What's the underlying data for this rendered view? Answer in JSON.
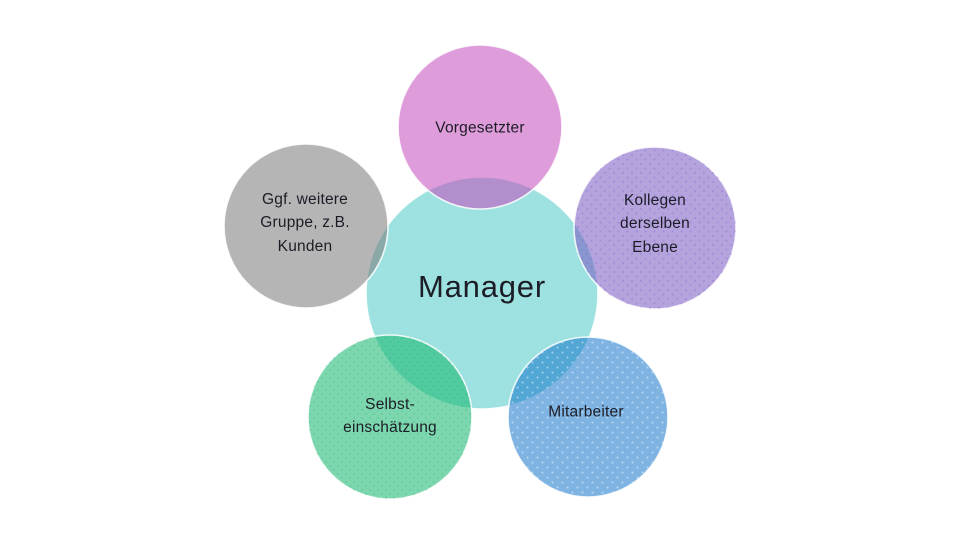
{
  "diagram": {
    "type": "venn-circle-map",
    "background_color": "#ffffff",
    "text_color": "#1c1c26",
    "center": {
      "id": "manager",
      "label": "Manager",
      "fill": "#9de2e0"
    },
    "nodes": [
      {
        "id": "vorgesetzter",
        "position": "top",
        "lines": [
          "Vorgesetzter"
        ],
        "fill": "#c34bbc",
        "display_color": "#de9cda"
      },
      {
        "id": "kollegen-derselben-ebene",
        "position": "upper-right",
        "lines": [
          "Kollegen",
          "derselben",
          "Ebene"
        ],
        "fill": "#7858c3",
        "display_color": "#b5a3de"
      },
      {
        "id": "ggf-weitere-gruppe-kunden",
        "position": "upper-left",
        "lines": [
          "Ggf. weitere",
          "Gruppe, z.B.",
          "Kunden"
        ],
        "fill": "#787878",
        "display_color": "#b5b5b5"
      },
      {
        "id": "selbsteinschaetzung",
        "position": "lower-left",
        "lines": [
          "Selbst-",
          "einschätzung"
        ],
        "fill": "#13b66c",
        "display_color": "#7dd7ae"
      },
      {
        "id": "mitarbeiter",
        "position": "lower-right",
        "lines": [
          "Mitarbeiter"
        ],
        "fill": "#1677ca",
        "display_color": "#7fb4e2"
      }
    ]
  }
}
